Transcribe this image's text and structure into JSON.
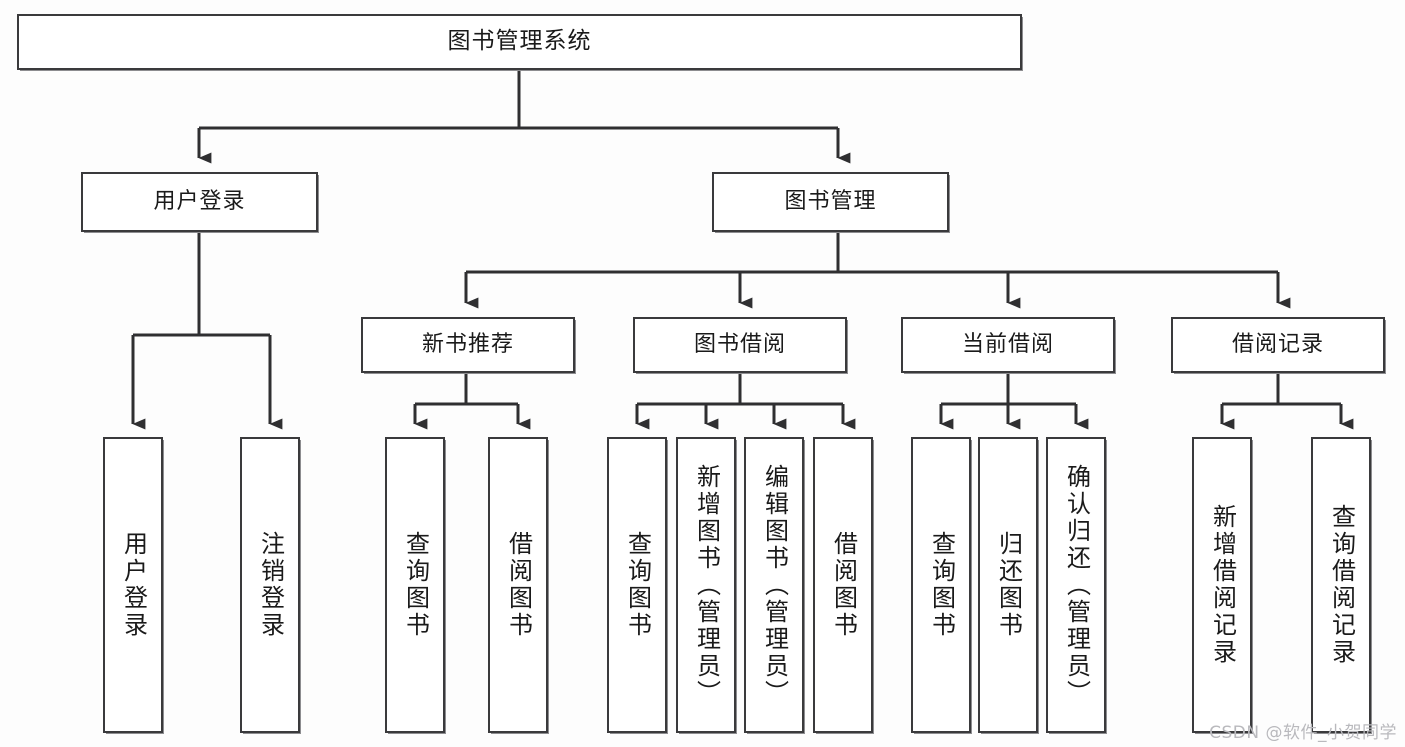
{
  "diagram": {
    "title": "图书管理系统",
    "type": "tree",
    "root": {
      "id": "root",
      "label": "图书管理系统",
      "orientation": "horizontal"
    },
    "level2": [
      {
        "id": "user-login",
        "label": "用户登录",
        "orientation": "horizontal"
      },
      {
        "id": "book-manage",
        "label": "图书管理",
        "orientation": "horizontal"
      }
    ],
    "level3": [
      {
        "id": "new-book-rec",
        "label": "新书推荐",
        "orientation": "horizontal",
        "parent": "book-manage"
      },
      {
        "id": "book-borrow",
        "label": "图书借阅",
        "orientation": "horizontal",
        "parent": "book-manage"
      },
      {
        "id": "current-borrow",
        "label": "当前借阅",
        "orientation": "horizontal",
        "parent": "book-manage"
      },
      {
        "id": "borrow-record",
        "label": "借阅记录",
        "orientation": "horizontal",
        "parent": "book-manage"
      }
    ],
    "leaves": [
      {
        "id": "leaf-user-login",
        "label": "用户登录",
        "parent": "user-login",
        "orientation": "vertical"
      },
      {
        "id": "leaf-logout",
        "label": "注销登录",
        "parent": "user-login",
        "orientation": "vertical"
      },
      {
        "id": "leaf-query-book-1",
        "label": "查询图书",
        "parent": "new-book-rec",
        "orientation": "vertical"
      },
      {
        "id": "leaf-borrow-book-1",
        "label": "借阅图书",
        "parent": "new-book-rec",
        "orientation": "vertical"
      },
      {
        "id": "leaf-query-book-2",
        "label": "查询图书",
        "parent": "book-borrow",
        "orientation": "vertical"
      },
      {
        "id": "leaf-add-book",
        "label": "新增图书（管理员）",
        "parent": "book-borrow",
        "orientation": "vertical"
      },
      {
        "id": "leaf-edit-book",
        "label": "编辑图书（管理员）",
        "parent": "book-borrow",
        "orientation": "vertical"
      },
      {
        "id": "leaf-borrow-book-2",
        "label": "借阅图书",
        "parent": "book-borrow",
        "orientation": "vertical"
      },
      {
        "id": "leaf-query-book-3",
        "label": "查询图书",
        "parent": "current-borrow",
        "orientation": "vertical"
      },
      {
        "id": "leaf-return-book",
        "label": "归还图书",
        "parent": "current-borrow",
        "orientation": "vertical"
      },
      {
        "id": "leaf-confirm-return",
        "label": "确认归还（管理员）",
        "parent": "current-borrow",
        "orientation": "vertical"
      },
      {
        "id": "leaf-add-record",
        "label": "新增借阅记录",
        "parent": "borrow-record",
        "orientation": "vertical"
      },
      {
        "id": "leaf-query-record",
        "label": "查询借阅记录",
        "parent": "borrow-record",
        "orientation": "vertical"
      }
    ],
    "colors": {
      "box_border": "#3a3a3c",
      "box_fill": "#ffffff",
      "edge": "#2f2f31",
      "background": "#fdfdfd",
      "text": "#1a1a1a",
      "watermark": "#b9b9bd"
    }
  },
  "watermark": {
    "text": "CSDN @软件_小贺同学"
  }
}
